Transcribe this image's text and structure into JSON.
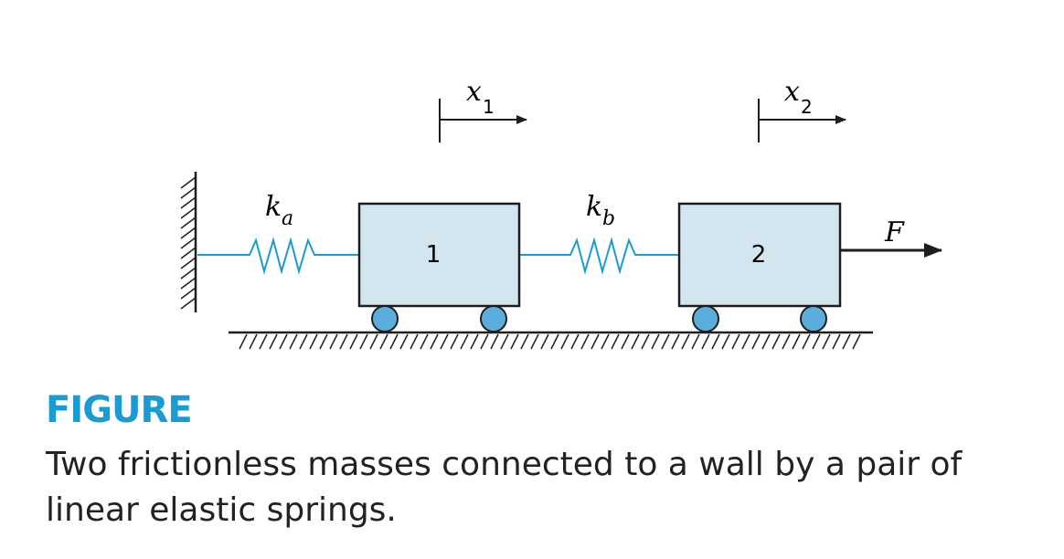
{
  "diagram": {
    "labels": {
      "x1_main": "x",
      "x1_sub": "1",
      "x2_main": "x",
      "x2_sub": "2",
      "ka_main": "k",
      "ka_sub": "a",
      "kb_main": "k",
      "kb_sub": "b",
      "mass1": "1",
      "mass2": "2",
      "force": "F"
    },
    "colors": {
      "mass_fill": "#d3e6f0",
      "spring": "#1a9bd4",
      "wheel_fill": "#5aaedc",
      "ink": "#1e1e1e"
    }
  },
  "figure": {
    "heading": "FIGURE",
    "caption": "Two frictionless masses connected to a wall by a pair of linear elastic springs."
  }
}
